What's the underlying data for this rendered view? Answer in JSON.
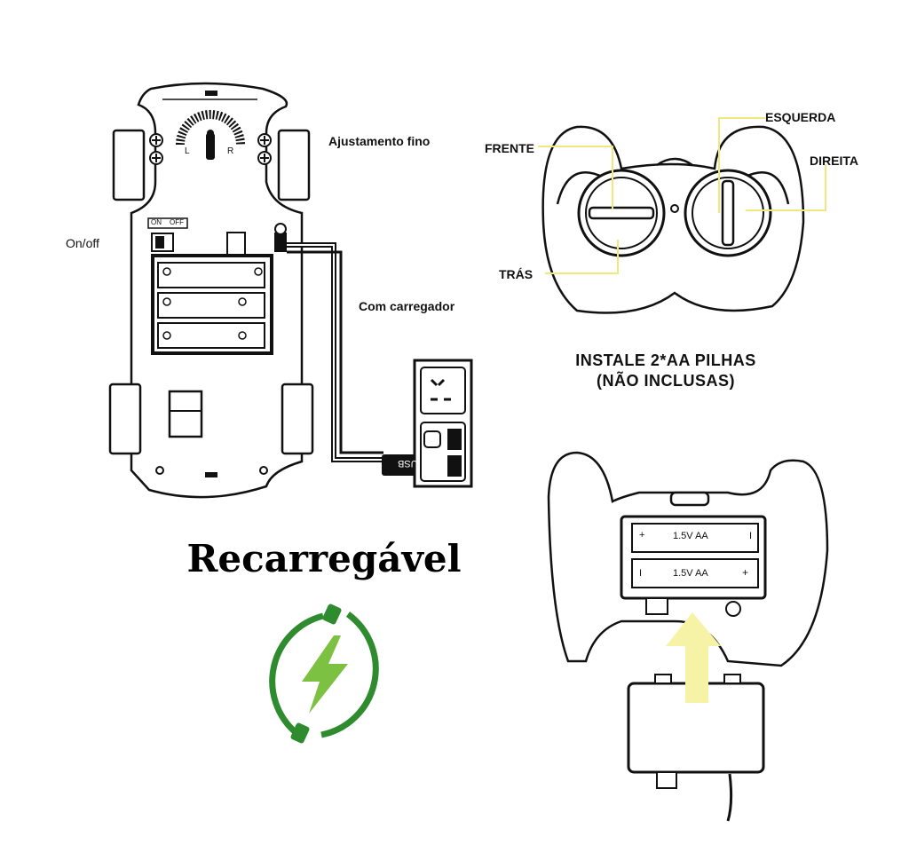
{
  "labels": {
    "fine_adjust": "Ajustamento fino",
    "on_off": "On/off",
    "with_charger": "Com carregador",
    "forward": "FRENTE",
    "backward": "TRÁS",
    "left": "ESQUERDA",
    "right": "DIREITA",
    "install_line1": "INSTALE 2*AA PILHAS",
    "install_line2": "(NÃO INCLUSAS)",
    "rechargeable": "Recarregável"
  },
  "car": {
    "dial_left": "L",
    "dial_right": "R",
    "switch_on": "ON",
    "switch_off": "OFF",
    "usb": "USB"
  },
  "battery": {
    "cell_label": "1.5V  AA",
    "plus": "+",
    "minus": "I"
  },
  "colors": {
    "callout_yellow": "#f5ef9a",
    "charge_green": "#2e8b2e",
    "bolt_green": "#7cc142",
    "arrow_yellow": "#f7f3a6"
  }
}
